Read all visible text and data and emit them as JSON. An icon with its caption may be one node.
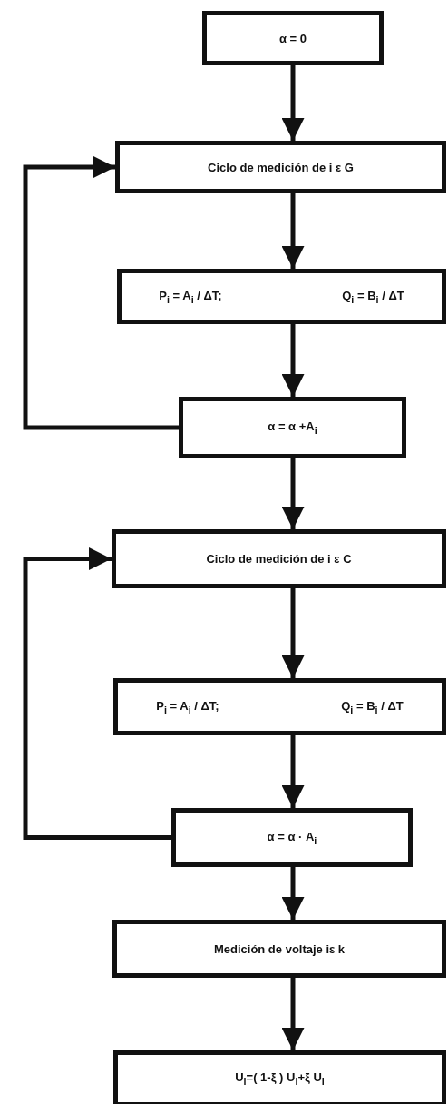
{
  "diagram": {
    "nodes": [
      {
        "text": [
          "α = 0"
        ]
      },
      {
        "text": [
          "Ciclo de medición de i ε G"
        ]
      },
      {
        "text": [
          "P$_{i}$ = A$_{i}$ / ΔT;",
          "Q$_{i}$ = B$_{i}$ / ΔT"
        ]
      },
      {
        "text": [
          "α = α +A$_{i}$"
        ]
      },
      {
        "text": [
          "Ciclo de medición de i ε C"
        ]
      },
      {
        "text": [
          "P$_{i}$ = A$_{i}$ / ΔT;",
          "Q$_{i}$ = B$_{i}$ / ΔT"
        ]
      },
      {
        "text": [
          "α = α · A$_{i}$"
        ]
      },
      {
        "text": [
          "Medición de voltaje iε k"
        ]
      },
      {
        "text": [
          "U$_{i}$=( 1-ξ ) U$_{i}$+ξ U$_{i}$"
        ]
      }
    ],
    "edges": [
      {
        "from": 0,
        "to": 1,
        "arrow": "to"
      },
      {
        "from": 1,
        "to": 2,
        "arrow": "to"
      },
      {
        "from": 2,
        "to": 3,
        "arrow": "to"
      },
      {
        "from": 3,
        "to": 1,
        "arrow": "to"
      },
      {
        "from": 3,
        "to": 4,
        "arrow": "to"
      },
      {
        "from": 4,
        "to": 5,
        "arrow": "to"
      },
      {
        "from": 5,
        "to": 6,
        "arrow": "to"
      },
      {
        "from": 6,
        "to": 4,
        "arrow": "to"
      },
      {
        "from": 6,
        "to": 7,
        "arrow": "to"
      },
      {
        "from": 7,
        "to": 8,
        "arrow": "to"
      }
    ]
  }
}
